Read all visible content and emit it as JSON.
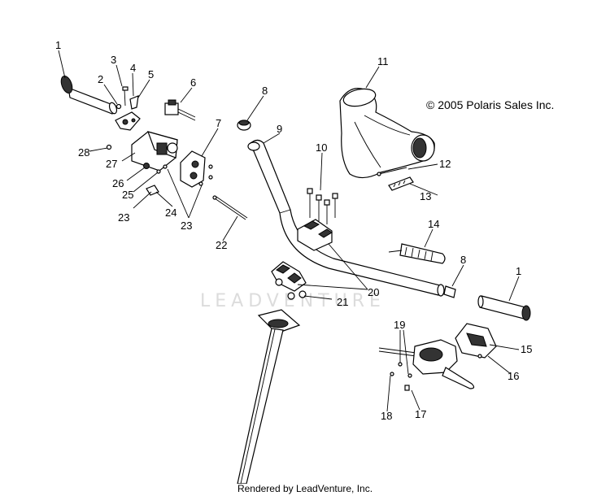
{
  "copyright": "© 2005 Polaris Sales Inc.",
  "watermark": "LEADVENTURE",
  "footer": "Rendered by LeadVenture, Inc.",
  "callouts": {
    "c1a": "1",
    "c1b": "1",
    "c2": "2",
    "c3": "3",
    "c4": "4",
    "c5": "5",
    "c6": "6",
    "c7": "7",
    "c8a": "8",
    "c8b": "8",
    "c9": "9",
    "c10": "10",
    "c11": "11",
    "c12": "12",
    "c13": "13",
    "c14": "14",
    "c15": "15",
    "c16": "16",
    "c17": "17",
    "c18": "18",
    "c19": "19",
    "c20": "20",
    "c21": "21",
    "c22": "22",
    "c23a": "23",
    "c23b": "23",
    "c24": "24",
    "c25": "25",
    "c26": "26",
    "c27": "27",
    "c28": "28"
  }
}
